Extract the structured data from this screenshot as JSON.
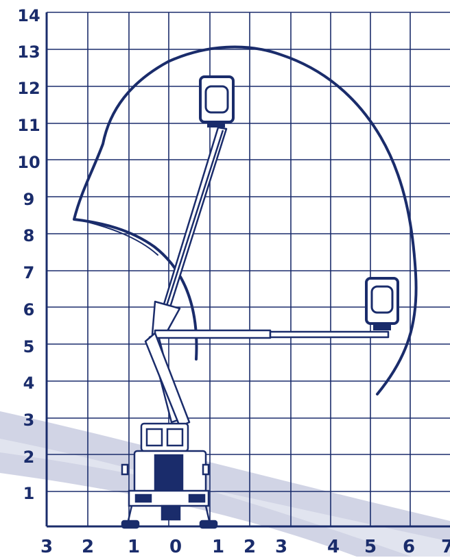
{
  "diagram": {
    "y_labels": [
      "14",
      "13",
      "12",
      "11",
      "10",
      "9",
      "8",
      "7",
      "6",
      "5",
      "4",
      "3",
      "2",
      "1"
    ],
    "x_labels": [
      "3",
      "2",
      "1",
      "0",
      "1",
      "2",
      "3",
      "4",
      "5",
      "6",
      "7"
    ],
    "colors": {
      "ink": "#1a2c6b",
      "grid": "#1a2c6b",
      "swoosh": "#c9cde0",
      "swoosh_light": "#e2e5ef",
      "background": "#ffffff"
    }
  }
}
